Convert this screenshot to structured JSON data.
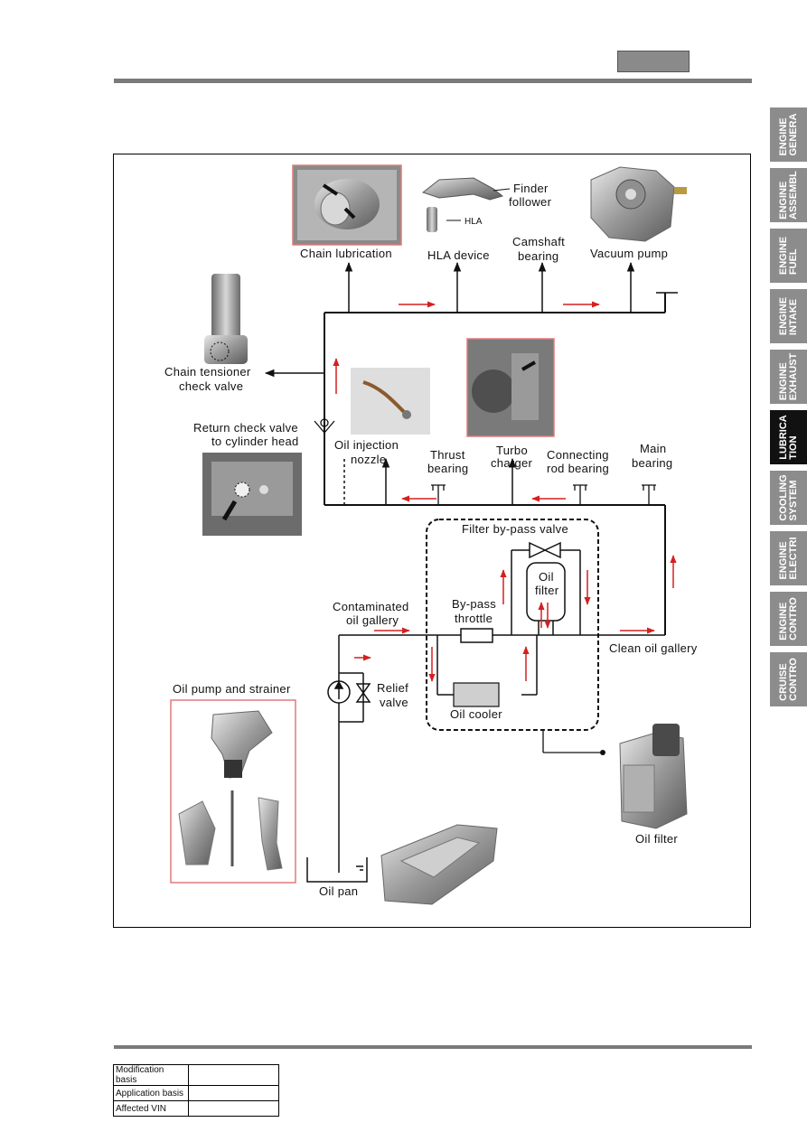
{
  "side_tabs": [
    {
      "label": "ENGINE\nGENERA",
      "active": false
    },
    {
      "label": "ENGINE\nASSEMBL",
      "active": false
    },
    {
      "label": "ENGINE\nFUEL",
      "active": false
    },
    {
      "label": "ENGINE\nINTAKE",
      "active": false
    },
    {
      "label": "ENGINE\nEXHAUST",
      "active": false
    },
    {
      "label": "LUBRICA\nTION",
      "active": true
    },
    {
      "label": "COOLING\nSYSTEM",
      "active": false
    },
    {
      "label": "ENGINE\nELECTRI",
      "active": false
    },
    {
      "label": "ENGINE\nCONTRO",
      "active": false
    },
    {
      "label": "CRUISE\nCONTRO",
      "active": false
    }
  ],
  "diagram": {
    "labels": {
      "chain_lubrication": "Chain lubrication",
      "finder_follower_1": "Finder",
      "finder_follower_2": "follower",
      "hla_small": "HLA",
      "hla_device": "HLA device",
      "camshaft_1": "Camshaft",
      "camshaft_2": "bearing",
      "vacuum_pump": "Vacuum pump",
      "chain_tensioner_1": "Chain tensioner",
      "chain_tensioner_2": "check valve",
      "return_check_1": "Return check valve",
      "return_check_2": "to cylinder head",
      "oil_injection_1": "Oil injection",
      "oil_injection_2": "nozzle",
      "thrust_1": "Thrust",
      "thrust_2": "bearing",
      "turbo_1": "Turbo",
      "turbo_2": "charger",
      "connecting_1": "Connecting",
      "connecting_2": "rod bearing",
      "main_1": "Main",
      "main_2": "bearing",
      "filter_bypass_valve": "Filter by-pass valve",
      "oil_filter_box_1": "Oil",
      "oil_filter_box_2": "filter",
      "contaminated_1": "Contaminated",
      "contaminated_2": "oil gallery",
      "bypass_throttle_1": "By-pass",
      "bypass_throttle_2": "throttle",
      "clean_oil_gallery": "Clean oil gallery",
      "oil_pump_strainer": "Oil pump and strainer",
      "relief_1": "Relief",
      "relief_2": "valve",
      "oil_cooler": "Oil cooler",
      "oil_filter": "Oil filter",
      "oil_pan": "Oil pan"
    },
    "colors": {
      "flow_arrow": "#d42020",
      "photo_frame": "#e07a7a",
      "line": "#111111"
    }
  },
  "mod_table": [
    {
      "key": "Modification basis",
      "value": ""
    },
    {
      "key": "Application basis",
      "value": ""
    },
    {
      "key": "Affected VIN",
      "value": ""
    }
  ]
}
